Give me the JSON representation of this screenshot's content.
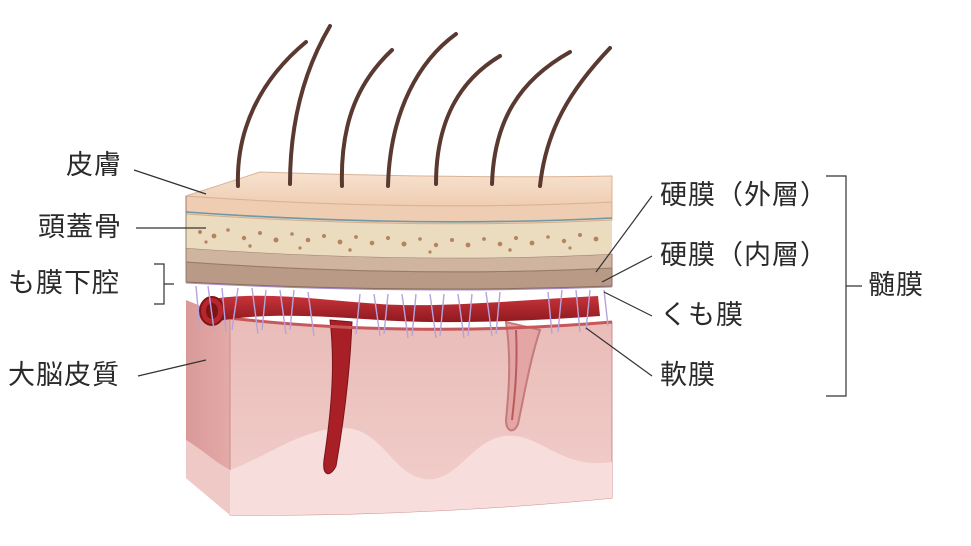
{
  "labels": {
    "skin": "皮膚",
    "skull": "頭蓋骨",
    "subarachnoid_space": "も膜下腔",
    "cerebral_cortex": "大脳皮質",
    "dura_outer": "硬膜（外層）",
    "dura_inner": "硬膜（内層）",
    "arachnoid": "くも膜",
    "pia": "軟膜",
    "meninges": "髄膜"
  },
  "colors": {
    "skin": "#f2d2b6",
    "skull": "#ecdcc0",
    "bone_dots": "#b98a66",
    "dura": "#c4a48c",
    "arachnoid": "#b6a4d8",
    "vessel": "#b02428",
    "cortex": "#e8b8b4",
    "cortex_light": "#f6d8d6",
    "hair": "#5a3a30",
    "leader": "#333333"
  }
}
